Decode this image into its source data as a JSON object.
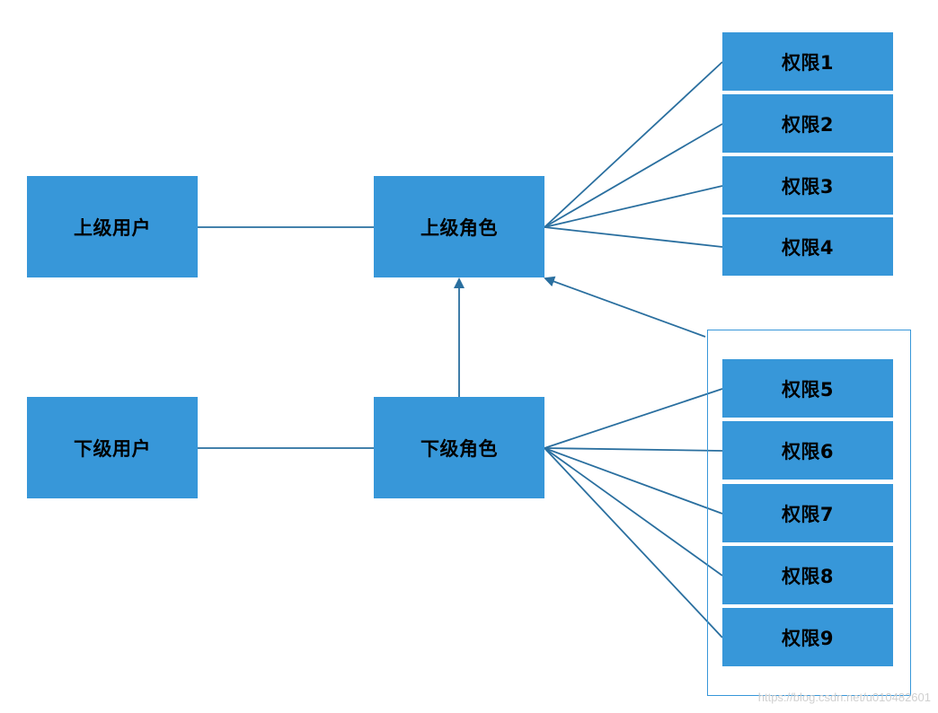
{
  "nodes": {
    "upper_user": "上级用户",
    "upper_role": "上级角色",
    "lower_user": "下级用户",
    "lower_role": "下级角色"
  },
  "upper_permissions": [
    "权限1",
    "权限2",
    "权限3",
    "权限4"
  ],
  "lower_permissions": [
    "权限5",
    "权限6",
    "权限7",
    "权限8",
    "权限9"
  ],
  "watermark": "https://blog.csdn.net/u010482601",
  "colors": {
    "box_fill": "#3797d9",
    "line": "#2a6f9f",
    "group_border": "#3797d9"
  }
}
